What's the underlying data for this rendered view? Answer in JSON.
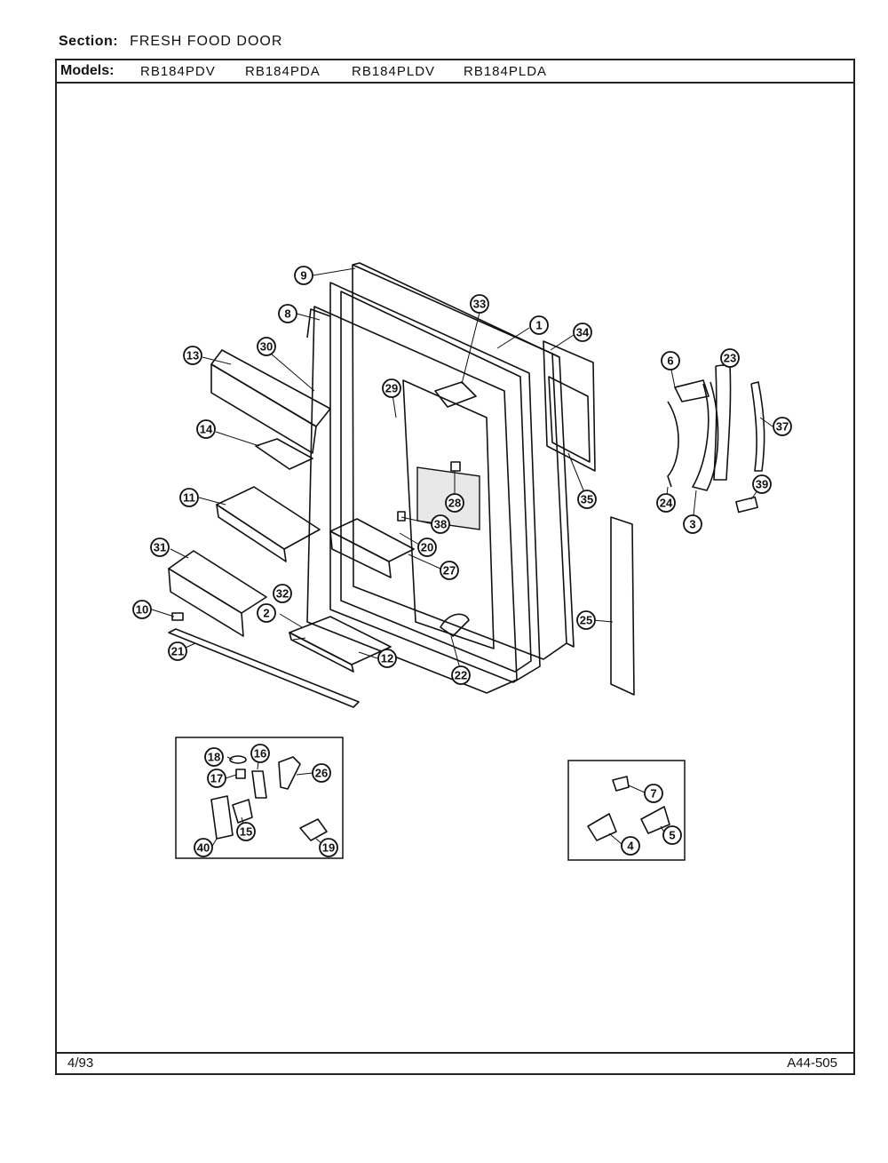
{
  "header": {
    "section_label": "Section:",
    "section_value": "FRESH FOOD DOOR",
    "models_label": "Models:",
    "models": [
      "RB184PDV",
      "RB184PDA",
      "RB184PLDV",
      "RB184PLDA"
    ]
  },
  "footer": {
    "date": "4/93",
    "code": "A44-505"
  },
  "callouts": [
    "1",
    "2",
    "3",
    "4",
    "5",
    "6",
    "7",
    "8",
    "9",
    "10",
    "11",
    "12",
    "13",
    "14",
    "15",
    "16",
    "17",
    "18",
    "19",
    "20",
    "21",
    "22",
    "23",
    "24",
    "25",
    "26",
    "27",
    "28",
    "29",
    "30",
    "31",
    "32",
    "33",
    "34",
    "35",
    "37",
    "38",
    "39",
    "40"
  ]
}
